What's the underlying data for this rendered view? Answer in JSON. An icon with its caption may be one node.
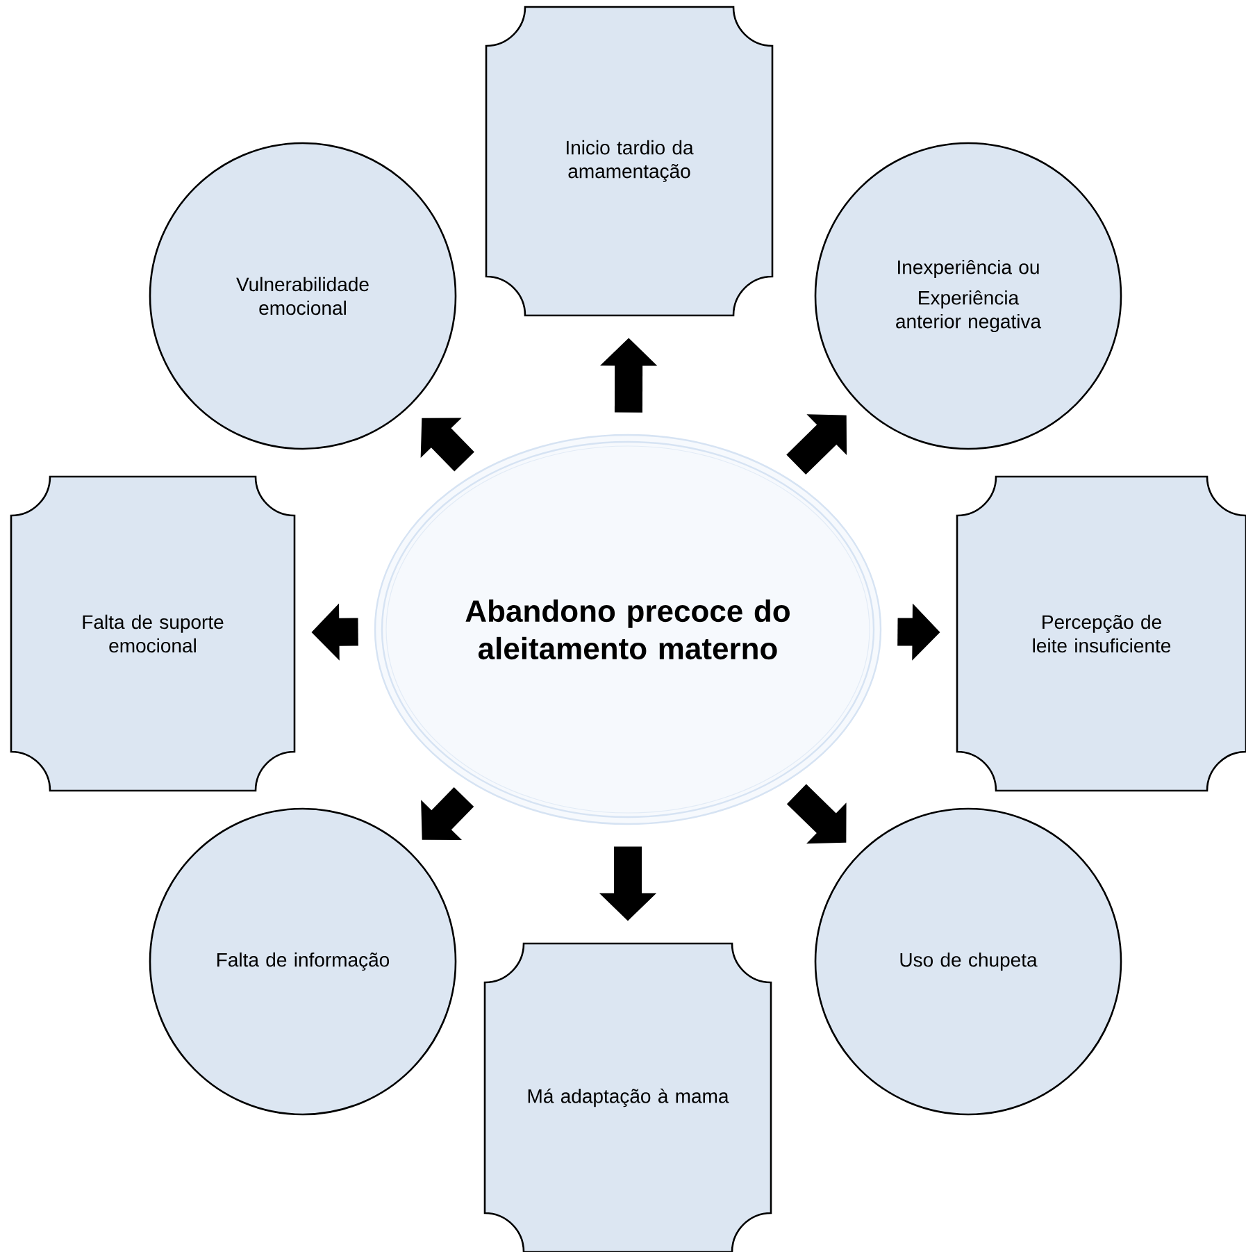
{
  "diagram": {
    "nodes": [
      {
        "text": [
          "Abandono precoce do aleitamento materno"
        ]
      },
      {
        "text": [
          "Inicio tardio da amamentação"
        ]
      },
      {
        "text": [
          "Inexperiência ou",
          "Experiência anterior negativa"
        ]
      },
      {
        "text": [
          "Percepção de leite insuficiente"
        ]
      },
      {
        "text": [
          "Uso de chupeta"
        ]
      },
      {
        "text": [
          "Má adaptação à mama"
        ]
      },
      {
        "text": [
          "Falta de informação"
        ]
      },
      {
        "text": [
          "Falta de suporte emocional"
        ]
      },
      {
        "text": [
          "Vulnerabilidade emocional"
        ]
      }
    ],
    "edges": [
      {
        "from": 0,
        "to": 1,
        "arrow": "to"
      },
      {
        "from": 0,
        "to": 2,
        "arrow": "to"
      },
      {
        "from": 0,
        "to": 3,
        "arrow": "to"
      },
      {
        "from": 0,
        "to": 4,
        "arrow": "to"
      },
      {
        "from": 0,
        "to": 5,
        "arrow": "to"
      },
      {
        "from": 0,
        "to": 6,
        "arrow": "to"
      },
      {
        "from": 0,
        "to": 7,
        "arrow": "to"
      },
      {
        "from": 0,
        "to": 8,
        "arrow": "to"
      }
    ]
  }
}
